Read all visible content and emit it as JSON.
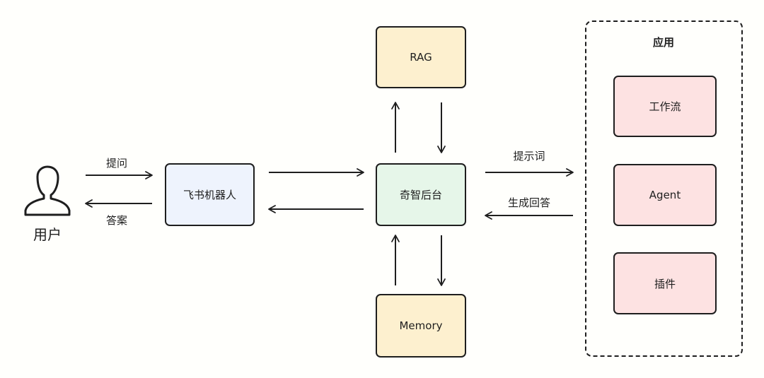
{
  "nodes": {
    "user": "用户",
    "feishu_bot": "飞书机器人",
    "qizhi_backend": "奇智后台",
    "rag": "RAG",
    "memory": "Memory",
    "workflow": "工作流",
    "agent": "Agent",
    "plugin": "插件"
  },
  "group": {
    "title": "应用"
  },
  "edges": {
    "ask": "提问",
    "answer": "答案",
    "prompt": "提示词",
    "generate_answer": "生成回答"
  },
  "colors": {
    "stroke": "#1e1e1e",
    "bot_fill": "#eef3fd",
    "backend_fill": "#e6f6e9",
    "rag_fill": "#fdf0cf",
    "memory_fill": "#fdf0cf",
    "app_fill": "#fde2e2"
  },
  "icons": {
    "user": "person-icon"
  }
}
